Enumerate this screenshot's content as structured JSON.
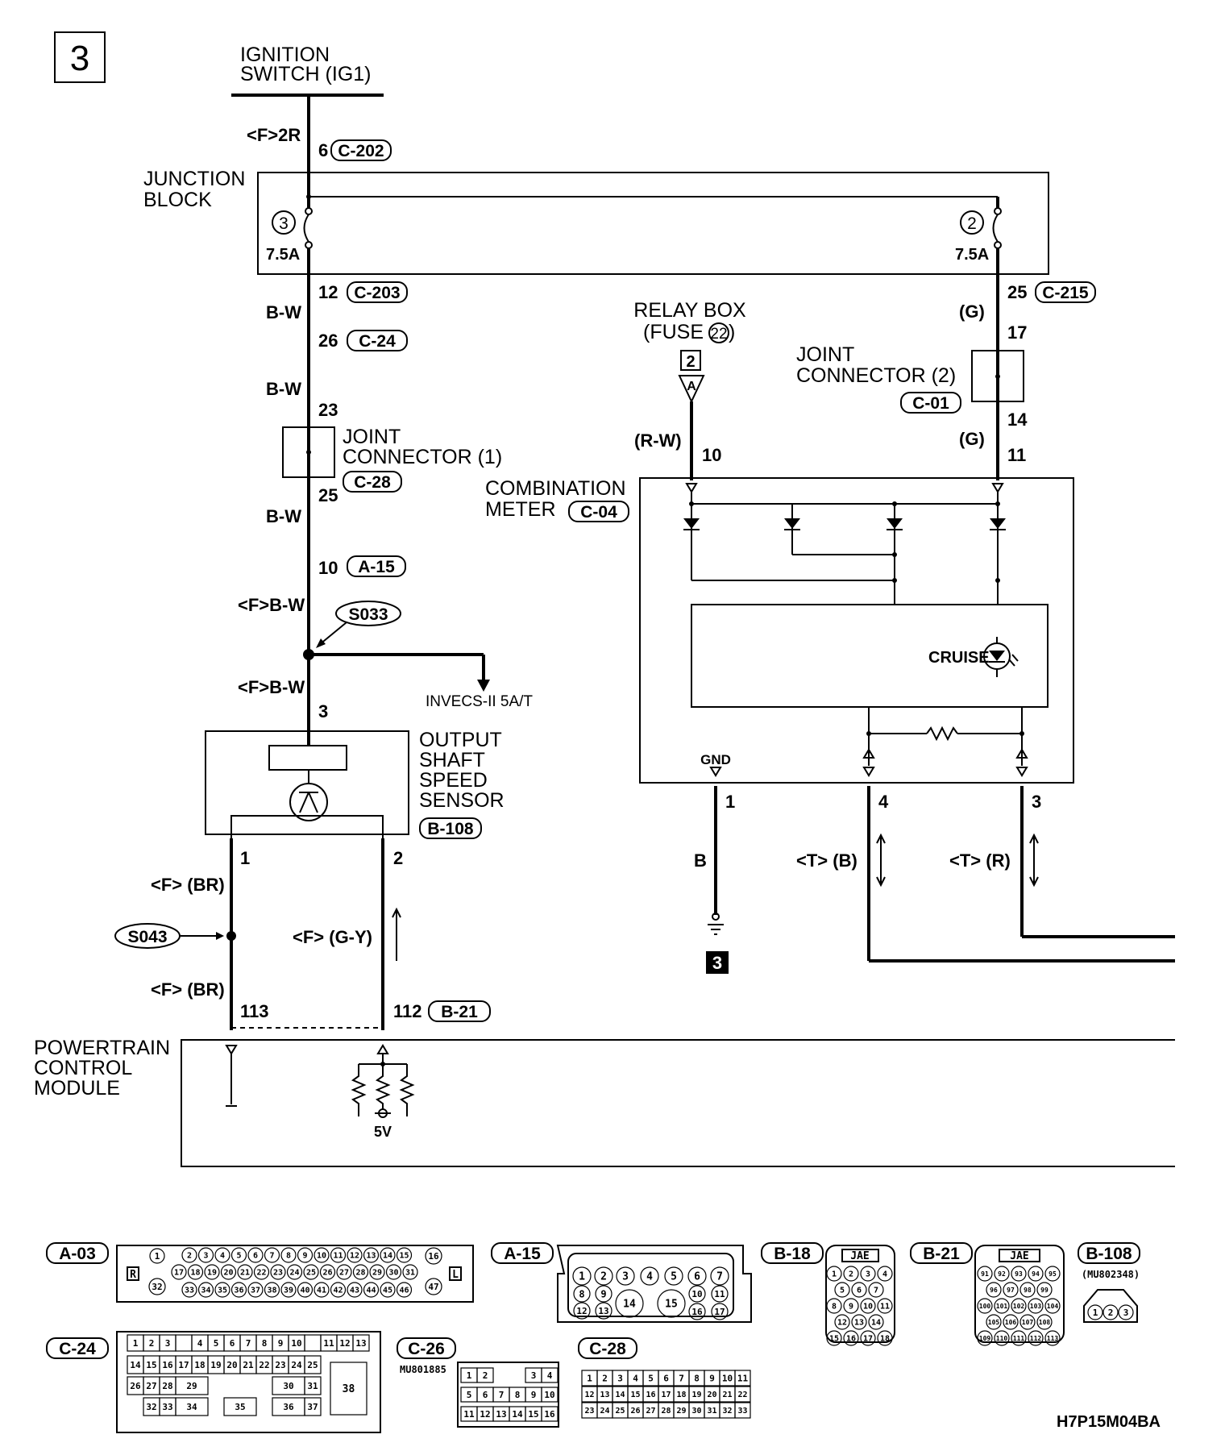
{
  "page": {
    "number": "3",
    "doc_code": "H7P15M04BA"
  },
  "ignition": {
    "line1": "IGNITION",
    "line2": "SWITCH (IG1)"
  },
  "junction_block": {
    "line1": "JUNCTION",
    "line2": "BLOCK",
    "fuse_left_num": "3",
    "fuse_left_rating": "7.5A",
    "fuse_right_num": "2",
    "fuse_right_rating": "7.5A"
  },
  "left_wire": {
    "w1": "<F>2R",
    "p1": "6",
    "c1": "C-202",
    "p2": "12",
    "c2": "C-203",
    "w2": "B-W",
    "p3": "26",
    "c3": "C-24",
    "w3": "B-W",
    "p4": "23",
    "p5": "25",
    "c5": "C-28",
    "w5": "B-W",
    "p6": "10",
    "c6": "A-15",
    "w6": "<F>B-W",
    "splice": "S033",
    "w7": "<F>B-W",
    "p7": "3",
    "branch": "INVECS-II 5A/T"
  },
  "joint1": {
    "line1": "JOINT",
    "line2": "CONNECTOR (1)"
  },
  "relay_box": {
    "line1": "RELAY BOX",
    "line2": "(FUSE",
    "fuse": "22",
    "close": ")",
    "num": "2",
    "letter": "A",
    "wire": "(R-W)",
    "pin": "10"
  },
  "right_wire": {
    "p1": "25",
    "c1": "C-215",
    "w1": "(G)",
    "p2": "17",
    "p3": "14",
    "w3": "(G)",
    "p4": "11"
  },
  "joint2": {
    "line1": "JOINT",
    "line2": "CONNECTOR (2)",
    "code": "C-01"
  },
  "meter": {
    "line1": "COMBINATION",
    "line2": "METER",
    "code": "C-04",
    "lamp": "CRUISE",
    "gnd": "GND",
    "pin_gnd": "1",
    "pin_a": "4",
    "pin_b": "3",
    "wire_gnd": "B",
    "wire_a": "<T> (B)",
    "wire_b": "<T> (R)",
    "ground_ref": "3"
  },
  "sensor": {
    "line1": "OUTPUT",
    "line2": "SHAFT",
    "line3": "SPEED",
    "line4": "SENSOR",
    "code": "B-108",
    "pin1": "1",
    "pin2": "2"
  },
  "sensor_wires": {
    "w1": "<F> (BR)",
    "splice": "S043",
    "w1b": "<F> (BR)",
    "w2": "<F> (G-Y)",
    "pcm_pin1": "113",
    "pcm_pin2": "112",
    "pcm_conn": "B-21"
  },
  "pcm": {
    "line1": "POWERTRAIN",
    "line2": "CONTROL",
    "line3": "MODULE",
    "volt": "5V"
  },
  "connectors": {
    "a03": "A-03",
    "a15": "A-15",
    "b18": "B-18",
    "b21": "B-21",
    "b108": "B-108",
    "c24": "C-24",
    "c26": "C-26",
    "c28": "C-28",
    "b108_part": "(MU802348)",
    "c26_part": "MU801885",
    "jae": "JAE",
    "a03_R": "R",
    "a03_L": "L"
  }
}
